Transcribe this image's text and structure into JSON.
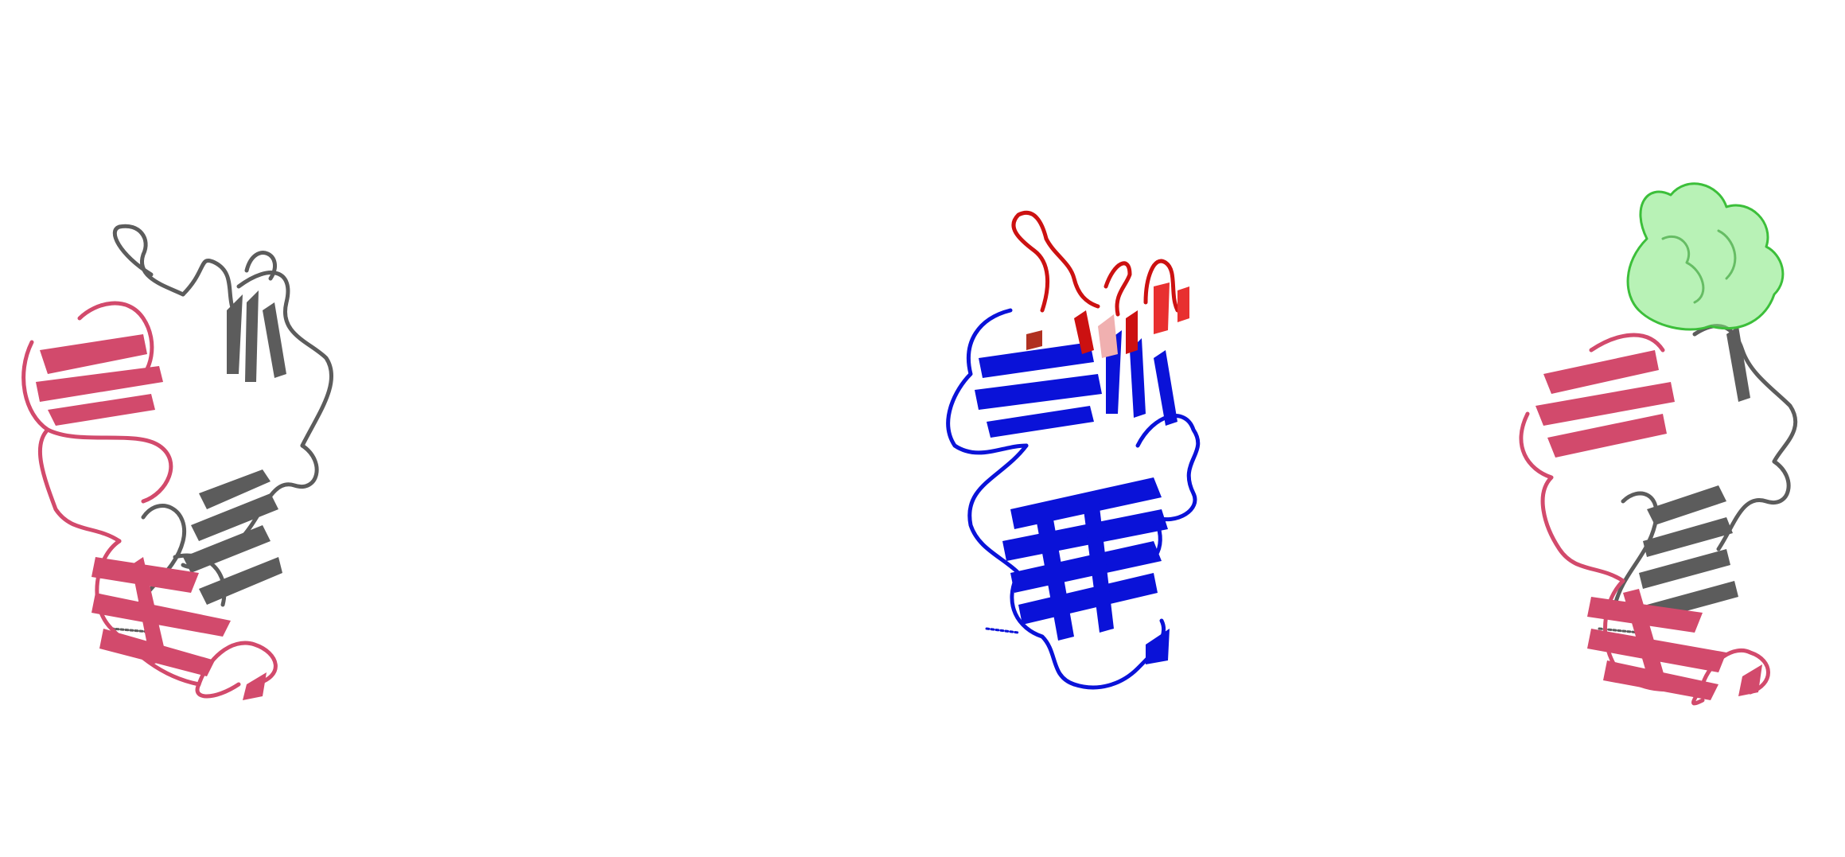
{
  "figure": {
    "panels": [
      {
        "id": "left",
        "representation": "ribbon",
        "chains": [
          {
            "role": "chain-a",
            "color": "#d24a6c"
          },
          {
            "role": "chain-b",
            "color": "#5c5c5c"
          }
        ]
      },
      {
        "id": "middle",
        "representation": "ribbon",
        "colors": {
          "base": "#0a12d8",
          "highlight": "#cc1111",
          "highlight_light": "#f0b0b0"
        }
      },
      {
        "id": "right",
        "representation": "ribbon-with-surface",
        "chains": [
          {
            "role": "chain-a",
            "color": "#d24a6c"
          },
          {
            "role": "chain-b",
            "color": "#5c5c5c"
          }
        ],
        "surface_color": "#7ee87a"
      }
    ]
  }
}
